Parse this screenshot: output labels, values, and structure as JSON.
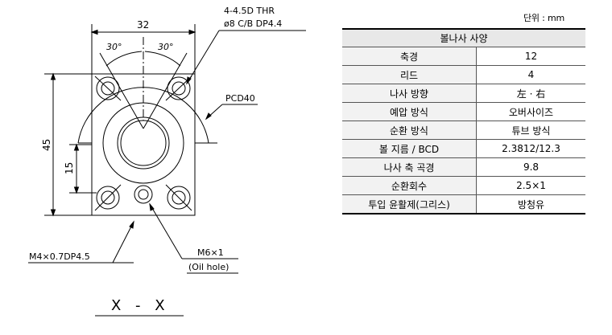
{
  "drawing": {
    "dim_top": "32",
    "angle_left": "30°",
    "angle_right": "30°",
    "callout_holes_line1": "4-4.5D THR",
    "callout_holes_line2": "ø8 C/B DP4.4",
    "pcd_label": "PCD40",
    "dim_height": "45",
    "dim_offset": "15",
    "tap_label": "M4×0.7DP4.5",
    "oil_label_line1": "M6×1",
    "oil_label_line2": "(Oil hole)",
    "section_label": "X - X"
  },
  "spec_table": {
    "unit": "단위 : mm",
    "header": "볼나사 사양",
    "rows": [
      {
        "label": "축경",
        "value": "12"
      },
      {
        "label": "리드",
        "value": "4"
      },
      {
        "label": "나사 방향",
        "value": "左 · 右"
      },
      {
        "label": "예압 방식",
        "value": "오버사이즈"
      },
      {
        "label": "순환 방식",
        "value": "튜브 방식"
      },
      {
        "label": "볼 지름 / BCD",
        "value": "2.3812/12.3"
      },
      {
        "label": "나사 축 곡경",
        "value": "9.8"
      },
      {
        "label": "순환회수",
        "value": "2.5×1"
      },
      {
        "label": "투입 윤활제(그리스)",
        "value": "방청유"
      }
    ]
  }
}
